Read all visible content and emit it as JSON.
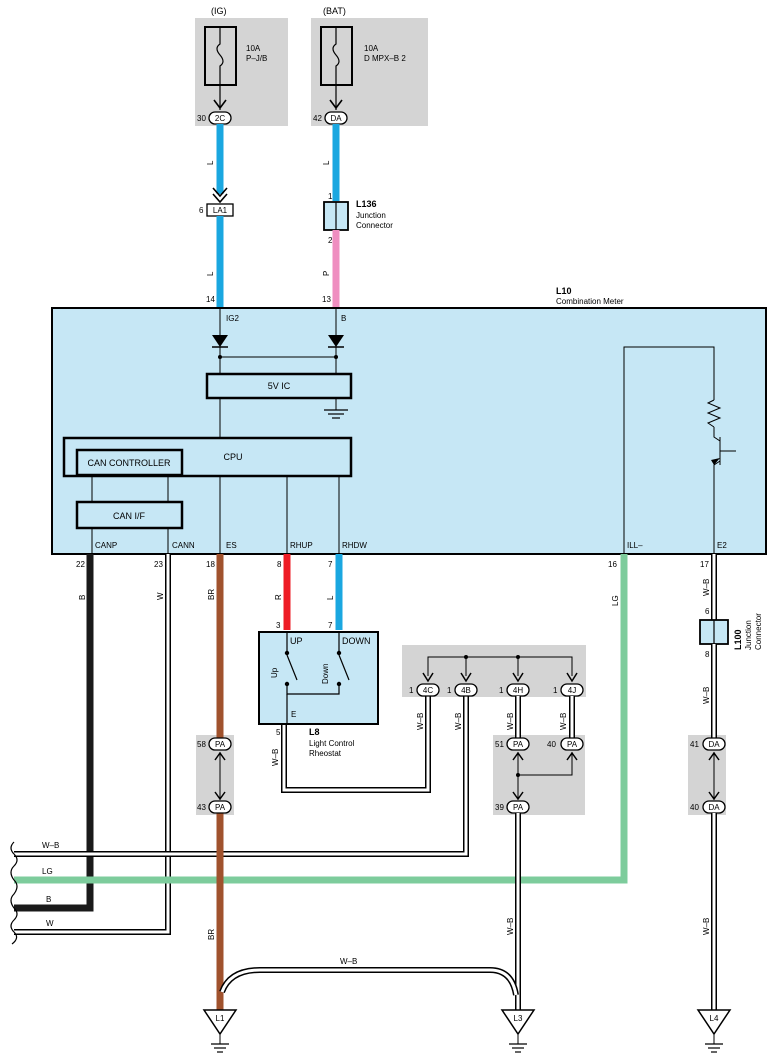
{
  "colors": {
    "L": "#1aa7e0",
    "P": "#ef8ec0",
    "R": "#ee1c25",
    "BR": "#a0522d",
    "LG": "#7dcc9c",
    "B": "#1a1a1a",
    "W": "#ffffff",
    "meter": "#c6e7f5",
    "gray": "#d4d4d4"
  },
  "fuses": [
    {
      "source": "(IG)",
      "rating": "10A",
      "name": "P–J/B",
      "pin": "30",
      "connector": "2C"
    },
    {
      "source": "(BAT)",
      "rating": "10A",
      "name": "D MPX–B 2",
      "pin": "42",
      "connector": "DA"
    }
  ],
  "connector_la1": {
    "pin": "6",
    "label": "LA1"
  },
  "l136": {
    "id": "L136",
    "name_line1": "Junction",
    "name_line2": "Connector",
    "pin_top": "1",
    "pin_bottom": "2"
  },
  "l100": {
    "id": "L100",
    "name_line1": "Junction",
    "name_line2": "Connector",
    "pin_top": "6",
    "pin_bottom": "8"
  },
  "meter": {
    "id": "L10",
    "name": "Combination Meter",
    "ic": "5V IC",
    "cpu": "CPU",
    "can_controller": "CAN CONTROLLER",
    "can_if": "CAN I/F",
    "terminals": [
      "IG2",
      "B",
      "CANP",
      "CANN",
      "ES",
      "RHUP",
      "RHDW",
      "ILL–",
      "E2"
    ]
  },
  "pins_top": [
    "14",
    "13"
  ],
  "pins_bottom": [
    "22",
    "23",
    "18",
    "8",
    "7",
    "16",
    "17"
  ],
  "wire_labels": {
    "L": "L",
    "P": "P",
    "B": "B",
    "W": "W",
    "BR": "BR",
    "R": "R",
    "LG": "LG",
    "WB": "W–B"
  },
  "l8": {
    "id": "L8",
    "name_line1": "Light Control",
    "name_line2": "Rheostat",
    "up": "UP",
    "down": "DOWN",
    "sw_up": "Up",
    "sw_down": "Down",
    "e": "E",
    "pin_up": "3",
    "pin_down": "7",
    "pin_e": "5"
  },
  "splice_connectors": [
    {
      "pin": "1",
      "label": "4C"
    },
    {
      "pin": "1",
      "label": "4B"
    },
    {
      "pin": "1",
      "label": "4H"
    },
    {
      "pin": "1",
      "label": "4J"
    }
  ],
  "pa_connectors": [
    {
      "pin": "58",
      "label": "PA"
    },
    {
      "pin": "43",
      "label": "PA"
    },
    {
      "pin": "51",
      "label": "PA"
    },
    {
      "pin": "40",
      "label": "PA"
    },
    {
      "pin": "39",
      "label": "PA"
    }
  ],
  "da_connectors": [
    {
      "pin": "41",
      "label": "DA"
    },
    {
      "pin": "40",
      "label": "DA"
    }
  ],
  "grounds": [
    "L1",
    "L3",
    "L4"
  ]
}
